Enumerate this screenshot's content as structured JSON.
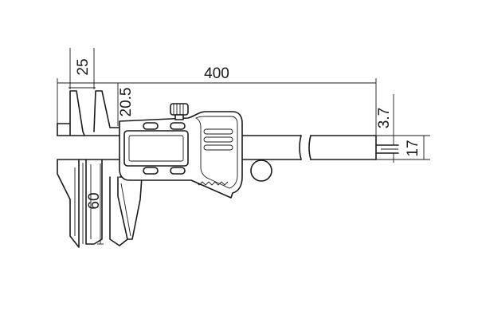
{
  "dimensions": {
    "overall_length": "400",
    "outside_jaw_length": "60",
    "inside_jaw_length": "25",
    "jaw_depth": "20.5",
    "depth_rod_width": "3.7",
    "beam_height": "17"
  },
  "colors": {
    "line": "#1a1a1a",
    "background": "#ffffff"
  }
}
